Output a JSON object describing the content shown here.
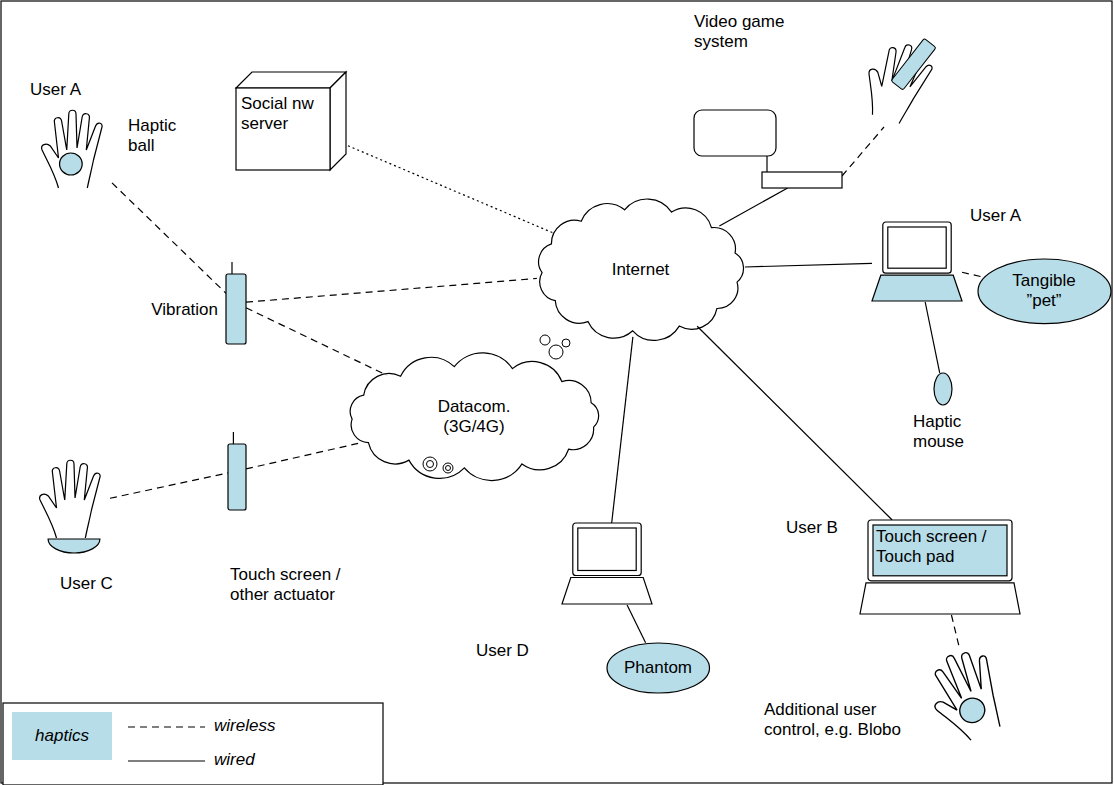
{
  "diagram": {
    "nodes": [
      {
        "text": [
          "Social nw server"
        ]
      },
      {
        "text": [
          "Internet"
        ]
      },
      {
        "text": [
          "Datacom. (3G/4G)"
        ]
      },
      {
        "text": [
          "Video game system"
        ]
      },
      {
        "text": [
          "User A"
        ]
      },
      {
        "text": [
          "Tangible ”pet”"
        ]
      },
      {
        "text": [
          "Haptic mouse"
        ]
      },
      {
        "text": [
          "User A",
          "Haptic ball"
        ]
      },
      {
        "text": [
          "Vibration"
        ]
      },
      {
        "text": [
          "Touch screen / other actuator"
        ]
      },
      {
        "text": [
          "User C"
        ]
      },
      {
        "text": [
          "User D"
        ]
      },
      {
        "text": [
          "Phantom"
        ]
      },
      {
        "text": [
          "User B",
          "Touch screen / Touch pad"
        ]
      },
      {
        "text": [
          "Additional user control, e.g. Blobo"
        ]
      }
    ],
    "edges": [
      {
        "from": 0,
        "to": 1,
        "arrow": "none"
      },
      {
        "from": 7,
        "to": 8,
        "arrow": "none"
      },
      {
        "from": 8,
        "to": 1,
        "arrow": "none"
      },
      {
        "from": 8,
        "to": 2,
        "arrow": "none"
      },
      {
        "from": 10,
        "to": 9,
        "arrow": "none"
      },
      {
        "from": 9,
        "to": 2,
        "arrow": "none"
      },
      {
        "from": 1,
        "to": 3,
        "arrow": "none"
      },
      {
        "from": 1,
        "to": 4,
        "arrow": "none"
      },
      {
        "from": 4,
        "to": 5,
        "arrow": "none"
      },
      {
        "from": 4,
        "to": 6,
        "arrow": "none"
      },
      {
        "from": 1,
        "to": 11,
        "arrow": "none"
      },
      {
        "from": 11,
        "to": 12,
        "arrow": "none"
      },
      {
        "from": 1,
        "to": 13,
        "arrow": "none"
      },
      {
        "from": 13,
        "to": 14,
        "arrow": "none"
      }
    ],
    "legend": [
      {
        "text": "haptics",
        "color": "#b7dde8"
      },
      {
        "text": "wireless"
      },
      {
        "text": "wired"
      }
    ]
  }
}
